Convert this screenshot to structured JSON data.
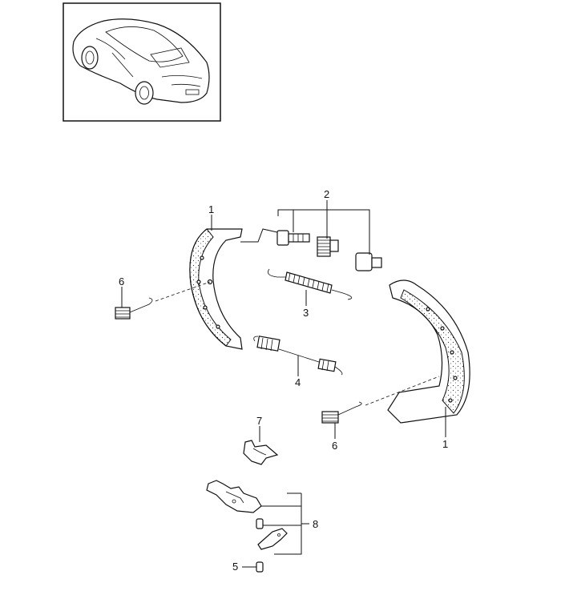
{
  "callouts": {
    "c1a": "1",
    "c1b": "1",
    "c2": "2",
    "c3": "3",
    "c4": "4",
    "c5": "5",
    "c6a": "6",
    "c6b": "6",
    "c7": "7",
    "c8": "8"
  }
}
